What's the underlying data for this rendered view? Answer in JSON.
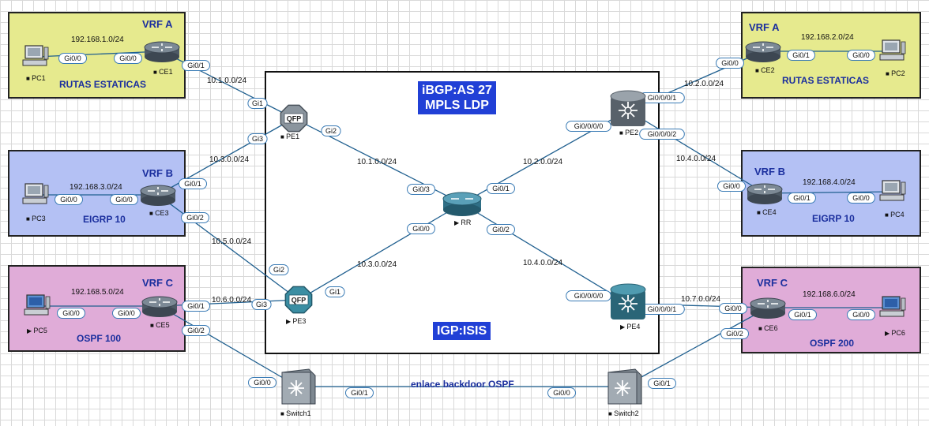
{
  "sites": {
    "vrf_a_left": {
      "vrf": "VRF A",
      "lan": "192.168.1.0/24",
      "protocol": "RUTAS ESTATICAS"
    },
    "vrf_a_right": {
      "vrf": "VRF A",
      "lan": "192.168.2.0/24",
      "protocol": "RUTAS ESTATICAS"
    },
    "vrf_b_left": {
      "vrf": "VRF B",
      "lan": "192.168.3.0/24",
      "protocol": "EIGRP 10"
    },
    "vrf_b_right": {
      "vrf": "VRF B",
      "lan": "192.168.4.0/24",
      "protocol": "EIGRP 10"
    },
    "vrf_c_left": {
      "vrf": "VRF C",
      "lan": "192.168.5.0/24",
      "protocol": "OSPF 100"
    },
    "vrf_c_right": {
      "vrf": "VRF C",
      "lan": "192.168.6.0/24",
      "protocol": "OSPF 200"
    }
  },
  "core": {
    "bgp": "iBGP:AS 27",
    "mpls": "MPLS LDP",
    "igp": "IGP:ISIS"
  },
  "devices": {
    "pc1": "PC1",
    "pc2": "PC2",
    "pc3": "PC3",
    "pc4": "PC4",
    "pc5": "PC5",
    "pc6": "PC6",
    "ce1": "CE1",
    "ce2": "CE2",
    "ce3": "CE3",
    "ce4": "CE4",
    "ce5": "CE5",
    "ce6": "CE6",
    "pe1": "PE1",
    "pe2": "PE2",
    "pe3": "PE3",
    "pe4": "PE4",
    "rr": "RR",
    "switch1": "Switch1",
    "switch2": "Switch2"
  },
  "networks": {
    "ce1_pe1": "10.1.0.0/24",
    "ce2_pe2": "10.2.0.0/24",
    "ce3_pe1": "10.3.0.0/24",
    "ce4_pe2": "10.4.0.0/24",
    "ce3_pe3": "10.5.0.0/24",
    "ce5_pe3": "10.6.0.0/24",
    "ce6_pe4": "10.7.0.0/24",
    "pe1_rr": "10.1.0.0/24",
    "pe2_rr": "10.2.0.0/24",
    "pe3_rr": "10.3.0.0/24",
    "pe4_rr": "10.4.0.0/24"
  },
  "backdoor": "enlace backdoor OSPF",
  "links": [
    {
      "a": "pc1",
      "b": "ce1",
      "pa": "Gi0/0",
      "pb": "Gi0/0"
    },
    {
      "a": "ce1",
      "b": "pe1",
      "pa": "Gi0/1",
      "pb": "Gi1"
    },
    {
      "a": "pc3",
      "b": "ce3",
      "pa": "Gi0/0",
      "pb": "Gi0/0"
    },
    {
      "a": "ce3",
      "b": "pe1",
      "pa": "Gi0/1",
      "pb": "Gi3"
    },
    {
      "a": "ce3",
      "b": "pe3",
      "pa": "Gi0/2",
      "pb": "Gi2"
    },
    {
      "a": "pc5",
      "b": "ce5",
      "pa": "Gi0/0",
      "pb": "Gi0/0"
    },
    {
      "a": "ce5",
      "b": "pe3",
      "pa": "Gi0/1",
      "pb": "Gi3"
    },
    {
      "a": "ce5",
      "b": "switch1",
      "pa": "Gi0/2",
      "pb": "Gi0/0"
    },
    {
      "a": "switch1",
      "b": "switch2",
      "pa": "Gi0/1",
      "pb": "Gi0/0"
    },
    {
      "a": "switch2",
      "b": "ce6",
      "pa": "Gi0/1",
      "pb": "Gi0/2"
    },
    {
      "a": "pe1",
      "b": "rr",
      "pa": "Gi2",
      "pb": "Gi0/3"
    },
    {
      "a": "pe3",
      "b": "rr",
      "pa": "Gi1",
      "pb": "Gi0/0"
    },
    {
      "a": "pe2",
      "b": "rr",
      "pa": "Gi0/0/0/0",
      "pb": "Gi0/1"
    },
    {
      "a": "pe4",
      "b": "rr",
      "pa": "Gi0/0/0/0",
      "pb": "Gi0/2"
    },
    {
      "a": "ce2",
      "b": "pe2",
      "pa": "Gi0/0",
      "pb": "Gi0/0/0/1"
    },
    {
      "a": "ce4",
      "b": "pe2",
      "pa": "Gi0/0",
      "pb": "Gi0/0/0/2"
    },
    {
      "a": "ce6",
      "b": "pe4",
      "pa": "Gi0/0",
      "pb": "Gi0/0/0/1"
    },
    {
      "a": "ce2",
      "b": "pc2",
      "pa": "Gi0/1",
      "pb": "Gi0/0"
    },
    {
      "a": "ce4",
      "b": "pc4",
      "pa": "Gi0/1",
      "pb": "Gi0/0"
    },
    {
      "a": "ce6",
      "b": "pc6",
      "pa": "Gi0/1",
      "pb": "Gi0/0"
    }
  ]
}
